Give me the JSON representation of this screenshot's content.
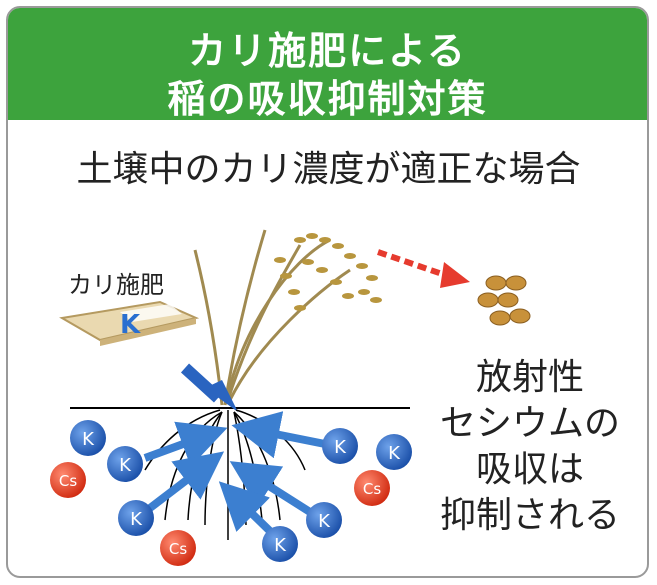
{
  "header": {
    "line1": "カリ施肥による",
    "line2": "稲の吸収抑制対策"
  },
  "subtitle": "土壌中のカリ濃度が適正な場合",
  "fertilizer": {
    "label": "カリ施肥",
    "bag_symbol": "K"
  },
  "result_lines": [
    "放射性",
    "セシウムの",
    "吸収は",
    "抑制される"
  ],
  "ions": {
    "potassium": "K",
    "cesium": "Cs"
  },
  "colors": {
    "header_bg": "#3da33d",
    "potassium": "#1f5fbf",
    "cesium": "#e03a20",
    "arrow": "#3c7fd0",
    "dotted_arrow": "#e63b2e",
    "grain": "#c8913a"
  }
}
